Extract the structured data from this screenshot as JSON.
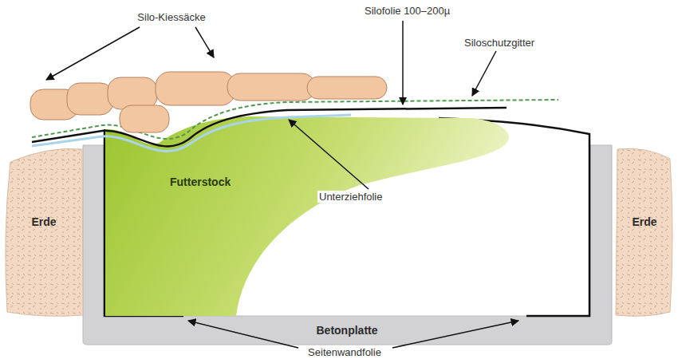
{
  "diagram": {
    "nodes": [
      {
        "text": [
          "Erde"
        ]
      },
      {
        "text": [
          "Futterstock"
        ]
      },
      {
        "text": [
          "Betonplatte"
        ]
      },
      {
        "text": [
          "Erde"
        ]
      }
    ],
    "labels": [
      "Silo-Kiessäcke",
      "Silofolie 100–200µ",
      "Siloschutzgitter",
      "Unterziehfolie",
      "Seitenwandfolie"
    ]
  }
}
